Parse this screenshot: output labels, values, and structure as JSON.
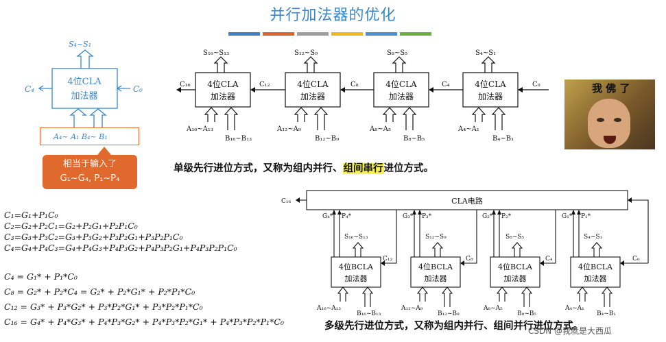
{
  "title": "并行加法器的优化",
  "color_bars": [
    "#3f7fc4",
    "#d9632f",
    "#9e9e9e",
    "#f0b81e",
    "#4a8fd0",
    "#6cae3f"
  ],
  "left_block": {
    "output": "S₄~S₁",
    "label_line1": "4位CLA",
    "label_line2": "加法器",
    "carry_out": "C₄",
    "carry_in": "C₀",
    "inputs": "A₄~ A₁  B₄~ B₁",
    "callout_line1": "相当于输入了",
    "callout_line2": "G₁~G₄, P₁~P₄"
  },
  "single_level": {
    "block_label_1": "4位CLA",
    "block_label_2": "加法器",
    "carries": [
      "C₁₆",
      "C₁₂",
      "C₈",
      "C₄",
      "C₀"
    ],
    "outputs": [
      "S₁₆~S₁₃",
      "S₁₂~S₉",
      "S₈~S₅",
      "S₄~S₁"
    ],
    "a_inputs": [
      "A₁₆~A₁₃",
      "A₁₂~A₉",
      "A₈~A₅",
      "A₄~A₁"
    ],
    "b_inputs": [
      "B₁₆~B₁₃",
      "B₁₂~B₉",
      "B₈~B₅",
      "B₄~B₁"
    ],
    "note_prefix": "单级先行进位方式，又称为组内并行、",
    "note_highlight": "组间串行",
    "note_suffix": "进位方式。"
  },
  "multi_level": {
    "cla_unit": "CLA电路",
    "block_label_1": "4位BCLA",
    "block_label_2": "加法器",
    "c16": "C₁₆",
    "carries": [
      "C₁₂",
      "C₈",
      "C₄",
      "C₀"
    ],
    "gp": [
      [
        "G₄*",
        "P₄*"
      ],
      [
        "G₃*",
        "P₃*"
      ],
      [
        "G₂*",
        "P₂*"
      ],
      [
        "G₁*",
        "P₁*"
      ]
    ],
    "outputs": [
      "S₁₆~S₁₃",
      "S₁₂~S₉",
      "S₈~S₅",
      "S₄~S₁"
    ],
    "a_inputs": [
      "A₁₆~A₁₃",
      "A₁₂~A₉",
      "A₈~A₅",
      "A₄~A₁"
    ],
    "b_inputs": [
      "B₁₆~B₁₃",
      "B₁₂~B₉",
      "B₈~B₅",
      "B₄~B₁"
    ],
    "note": "多级先行进位方式，又称为组内并行、组间并行进位方式。"
  },
  "equations_group1": [
    "C₁=G₁+P₁C₀",
    "C₂=G₂+P₂C₁=G₂+P₂G₁+P₂P₁C₀",
    "C₃=G₃+P₃C₂=G₃+P₃G₂+P₃P₂G₁+P₃P₂P₁C₀",
    "C₄=G₄+P₄C₃=G₄+P₄G₃+P₄P₃G₂+P₄P₃P₂G₁+P₄P₃P₂P₁C₀"
  ],
  "equations_group2": [
    "C₄ = G₁* + P₁*C₀",
    "C₈ = G₂* + P₂*C₄ = G₂* + P₂*G₁* + P₂*P₁*C₀",
    "C₁₂ = G₃* + P₃*G₂* + P₃*P₂*G₁* + P₃*P₂*P₁*C₀",
    "C₁₆ = G₄* + P₄*G₃* + P₄*P₃*G₂* + P₄*P₃*P₂*G₁* + P₄*P₃*P₂*P₁*C₀"
  ],
  "meme_text": "我 佛 了",
  "watermark": "CSDN @我就是大西瓜"
}
